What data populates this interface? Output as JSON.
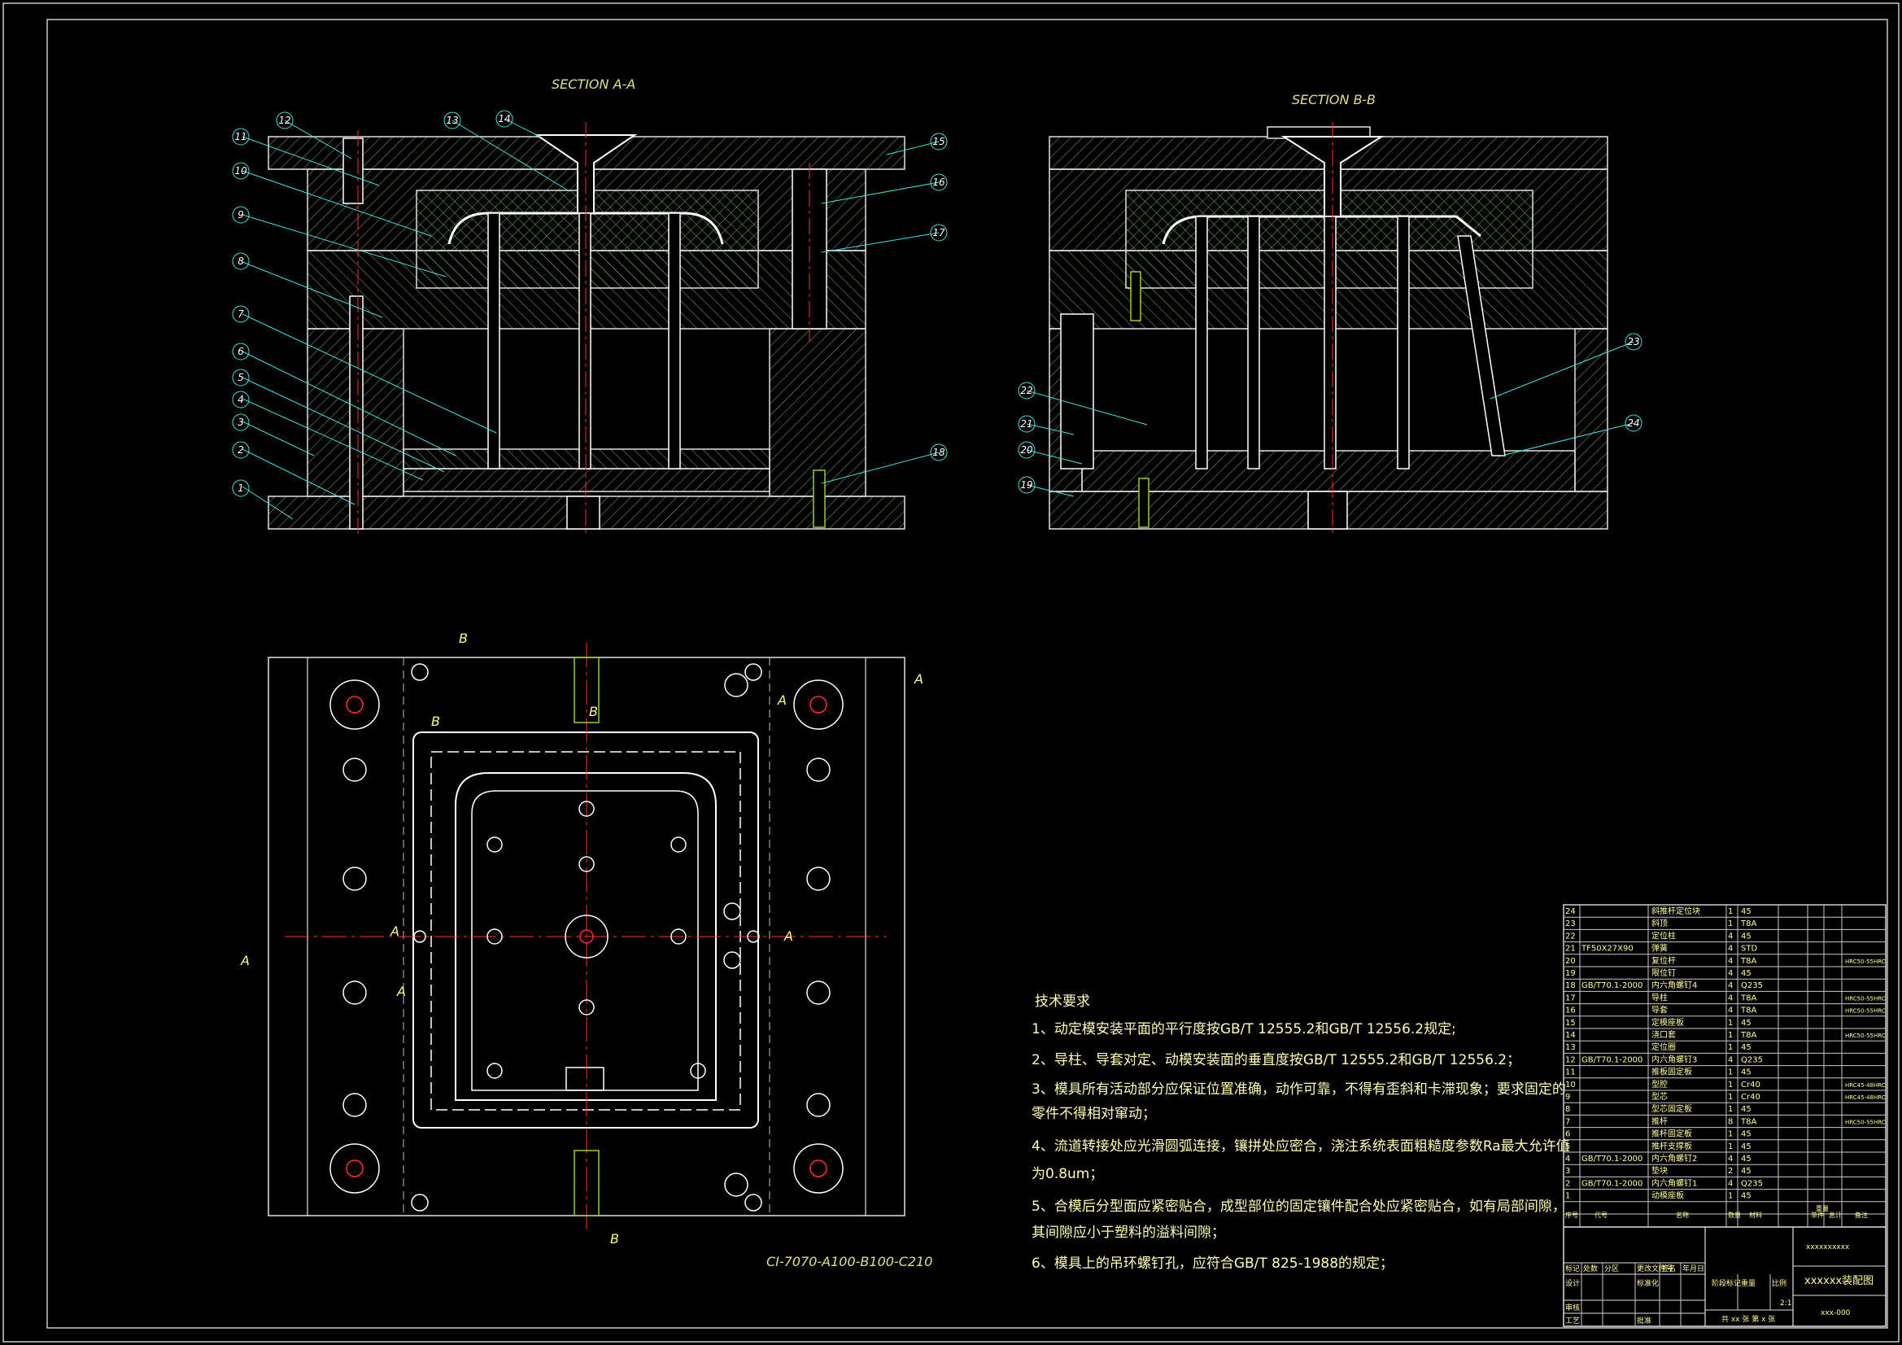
{
  "sheet": {
    "section_aa_title": "SECTION A-A",
    "section_bb_title": "SECTION B-B",
    "part_code": "CI-7070-A100-B100-C210",
    "view_marks": {
      "b_top": "B",
      "b_bottom": "B",
      "a_left": "A",
      "a_right": "A",
      "b_small_top": "B",
      "a_small_left": "A",
      "a_small_right": "A",
      "a_small_mid": "A",
      "b_small_bottom": "B",
      "a_corner": "A",
      "b_mid_top": "B"
    }
  },
  "balloons_aa": [
    "1",
    "2",
    "3",
    "4",
    "5",
    "6",
    "7",
    "8",
    "9",
    "10",
    "11",
    "12",
    "13",
    "14",
    "15",
    "16",
    "17",
    "18"
  ],
  "balloons_bb": [
    "19",
    "20",
    "21",
    "22",
    "23",
    "24"
  ],
  "requirements": {
    "heading": "技术要求",
    "items": [
      "1、动定模安装平面的平行度按GB/T 12555.2和GB/T 12556.2规定;",
      "2、导柱、导套对定、动模安装面的垂直度按GB/T 12555.2和GB/T 12556.2；",
      "3、模具所有活动部分应保证位置准确，动作可靠，不得有歪斜和卡滞现象；要求固定的",
      "   零件不得相对窜动；",
      "4、流道转接处应光滑圆弧连接，镶拼处应密合，浇注系统表面粗糙度参数Ra最大允许值",
      "   为0.8um；",
      "5、合模后分型面应紧密贴合，成型部位的固定镶件配合处应紧密贴合，如有局部间隙，",
      "   其间隙应小于塑料的溢料间隙；",
      "6、模具上的吊环螺钉孔，应符合GB/T 825-1988的规定；"
    ]
  },
  "bom": {
    "rows": [
      [
        "24",
        "",
        "斜推杆定位块",
        "1",
        "45",
        ""
      ],
      [
        "23",
        "",
        "斜顶",
        "1",
        "T8A",
        ""
      ],
      [
        "22",
        "",
        "定位柱",
        "4",
        "45",
        ""
      ],
      [
        "21",
        "TF50X27X90",
        "弹簧",
        "4",
        "STD",
        ""
      ],
      [
        "20",
        "",
        "复位杆",
        "4",
        "T8A",
        "HRC50-55HRC"
      ],
      [
        "19",
        "",
        "限位钉",
        "4",
        "45",
        ""
      ],
      [
        "18",
        "GB/T70.1-2000",
        "内六角螺钉4",
        "4",
        "Q235",
        ""
      ],
      [
        "17",
        "",
        "导柱",
        "4",
        "T8A",
        "HRC50-55HRC"
      ],
      [
        "16",
        "",
        "导套",
        "4",
        "T8A",
        "HRC50-55HRC"
      ],
      [
        "15",
        "",
        "定模座板",
        "1",
        "45",
        ""
      ],
      [
        "14",
        "",
        "浇口套",
        "1",
        "T8A",
        "HRC50-55HRC"
      ],
      [
        "13",
        "",
        "定位圈",
        "1",
        "45",
        ""
      ],
      [
        "12",
        "GB/T70.1-2000",
        "内六角螺钉3",
        "4",
        "Q235",
        ""
      ],
      [
        "11",
        "",
        "推板固定板",
        "1",
        "45",
        ""
      ],
      [
        "10",
        "",
        "型腔",
        "1",
        "Cr40",
        "HRC45-48HRC"
      ],
      [
        "9",
        "",
        "型芯",
        "1",
        "Cr40",
        "HRC45-48HRC"
      ],
      [
        "8",
        "",
        "型芯固定板",
        "1",
        "45",
        ""
      ],
      [
        "7",
        "",
        "推杆",
        "8",
        "T8A",
        "HRC50-55HRC"
      ],
      [
        "6",
        "",
        "推杆固定板",
        "1",
        "45",
        ""
      ],
      [
        "5",
        "",
        "推杆支撑板",
        "1",
        "45",
        ""
      ],
      [
        "4",
        "GB/T70.1-2000",
        "内六角螺钉2",
        "4",
        "45",
        ""
      ],
      [
        "3",
        "",
        "垫块",
        "2",
        "45",
        ""
      ],
      [
        "2",
        "GB/T70.1-2000",
        "内六角螺钉1",
        "4",
        "Q235",
        ""
      ],
      [
        "1",
        "",
        "动模座板",
        "1",
        "45",
        ""
      ]
    ],
    "header": [
      "序号",
      "代号",
      "名称",
      "数量",
      "材料",
      "单件",
      "总计",
      "备注"
    ],
    "header_sub": "重量"
  },
  "title_block": {
    "company": "xxxxxxxxxx",
    "drawing_name": "xxxxxx装配图",
    "drawing_no": "xxx-000",
    "sheets": "共 xx 张  第 x 张",
    "scale": "2:1",
    "labels_left": [
      "标记",
      "处数",
      "分区",
      "更改文件号",
      "签名",
      "年月日"
    ],
    "labels_rows": [
      "设计",
      "审核",
      "工艺"
    ],
    "labels_mid": [
      "标准化",
      "批准"
    ],
    "labels_right": [
      "阶段标记",
      "重量",
      "比例"
    ]
  }
}
